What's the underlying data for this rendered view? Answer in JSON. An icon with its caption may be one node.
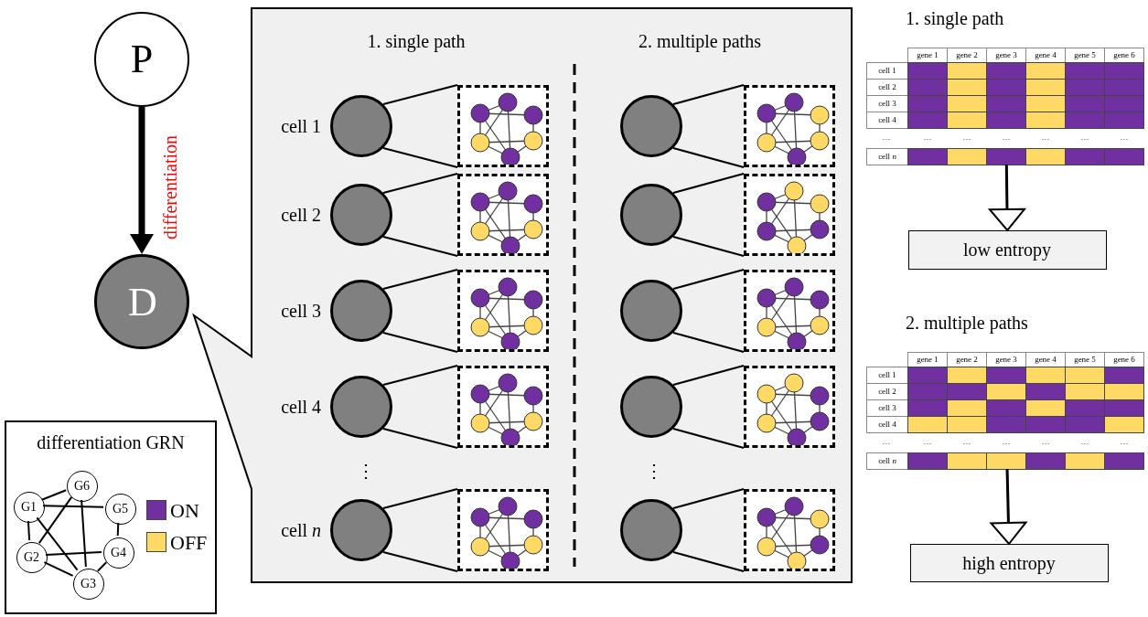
{
  "diagram": {
    "nodes": [
      {
        "text": [
          "P"
        ]
      },
      {
        "text": [
          "D"
        ]
      },
      {
        "text": [
          "1. single path",
          "2. multiple paths"
        ]
      },
      {
        "text": [],
        "shape": "circle",
        "beside": [
          "cell 1"
        ],
        "in": 2
      },
      {
        "text": [],
        "shape": "picture",
        "in": 2
      },
      {
        "text": [],
        "shape": "circle",
        "in": 2
      },
      {
        "text": [],
        "shape": "picture",
        "in": 2
      },
      {
        "text": [],
        "shape": "circle",
        "beside": [
          "cell 2"
        ],
        "in": 2
      },
      {
        "text": [],
        "shape": "picture",
        "in": 2
      },
      {
        "text": [],
        "shape": "circle",
        "in": 2
      },
      {
        "text": [],
        "shape": "picture",
        "in": 2
      },
      {
        "text": [],
        "shape": "circle",
        "beside": [
          "cell 3"
        ],
        "in": 2
      },
      {
        "text": [],
        "shape": "picture",
        "in": 2
      },
      {
        "text": [],
        "shape": "circle",
        "in": 2
      },
      {
        "text": [],
        "shape": "picture",
        "in": 2
      },
      {
        "text": [],
        "shape": "circle",
        "beside": [
          "cell 4"
        ],
        "in": 2
      },
      {
        "text": [],
        "shape": "picture",
        "in": 2
      },
      {
        "text": [],
        "shape": "circle",
        "in": 2
      },
      {
        "text": [],
        "shape": "picture",
        "in": 2
      },
      {
        "text": [],
        "shape": "circle",
        "beside": [
          "cell *n*"
        ],
        "in": 2
      },
      {
        "text": [],
        "shape": "picture",
        "in": 2
      },
      {
        "text": [],
        "shape": "circle",
        "in": 2
      },
      {
        "text": [],
        "shape": "picture",
        "in": 2
      },
      {
        "text": [],
        "shape": "table"
      },
      {
        "text": [
          "low entropy"
        ]
      },
      {
        "text": [],
        "shape": "table"
      },
      {
        "text": [
          "high entropy"
        ]
      },
      {
        "text": [
          "differentiation GRN"
        ]
      },
      {
        "text": [
          "G1"
        ],
        "in": 27
      },
      {
        "text": [
          "G2"
        ],
        "in": 27
      },
      {
        "text": [
          "G3"
        ],
        "in": 27
      },
      {
        "text": [
          "G4"
        ],
        "in": 27
      },
      {
        "text": [
          "G5"
        ],
        "in": 27
      },
      {
        "text": [
          "G6"
        ],
        "in": 27
      }
    ],
    "edges": [
      {
        "from": 0,
        "to": 1,
        "arrow": "to",
        "label": "differentiation",
        "style": "thick"
      },
      {
        "from": 3,
        "to": 4,
        "arrow": "none"
      },
      {
        "from": 5,
        "to": 6,
        "arrow": "none"
      },
      {
        "from": 7,
        "to": 8,
        "arrow": "none"
      },
      {
        "from": 9,
        "to": 10,
        "arrow": "none"
      },
      {
        "from": 11,
        "to": 12,
        "arrow": "none"
      },
      {
        "from": 13,
        "to": 14,
        "arrow": "none"
      },
      {
        "from": 15,
        "to": 16,
        "arrow": "none"
      },
      {
        "from": 17,
        "to": 18,
        "arrow": "none"
      },
      {
        "from": 19,
        "to": 20,
        "arrow": "none"
      },
      {
        "from": 21,
        "to": 22,
        "arrow": "none"
      },
      {
        "from": 23,
        "to": 24,
        "arrow": "to"
      },
      {
        "from": 25,
        "to": 26,
        "arrow": "to"
      },
      {
        "from": 28,
        "to": 33,
        "arrow": "none"
      },
      {
        "from": 28,
        "to": 32,
        "arrow": "none"
      },
      {
        "from": 28,
        "to": 29,
        "arrow": "none"
      },
      {
        "from": 28,
        "to": 30,
        "arrow": "none"
      },
      {
        "from": 29,
        "to": 33,
        "arrow": "none"
      },
      {
        "from": 29,
        "to": 31,
        "arrow": "none"
      },
      {
        "from": 29,
        "to": 30,
        "arrow": "none"
      },
      {
        "from": 33,
        "to": 30,
        "arrow": "none"
      },
      {
        "from": 32,
        "to": 31,
        "arrow": "none"
      },
      {
        "from": 31,
        "to": 30,
        "arrow": "none"
      }
    ],
    "labels": [
      "1. single path",
      "gene 1",
      "gene 2",
      "gene 3",
      "gene 4",
      "gene 5",
      "gene 6",
      "cell 1",
      "cell 2",
      "cell 3",
      "cell 4",
      "…",
      "…",
      "…",
      "…",
      "…",
      "…",
      "…",
      "cell *n*",
      "2. multiple paths",
      "gene 1",
      "gene 2",
      "gene 3",
      "gene 4",
      "gene 5",
      "gene 6",
      "cell 1",
      "cell 2",
      "cell 3",
      "cell 4",
      "…",
      "…",
      "…",
      "…",
      "…",
      "…",
      "…",
      "cell *n*",
      "⋮",
      "⋮"
    ],
    "legend": [
      {
        "text": "ON",
        "color": "#7030a0"
      },
      {
        "text": "OFF",
        "color": "#ffd966"
      }
    ]
  }
}
